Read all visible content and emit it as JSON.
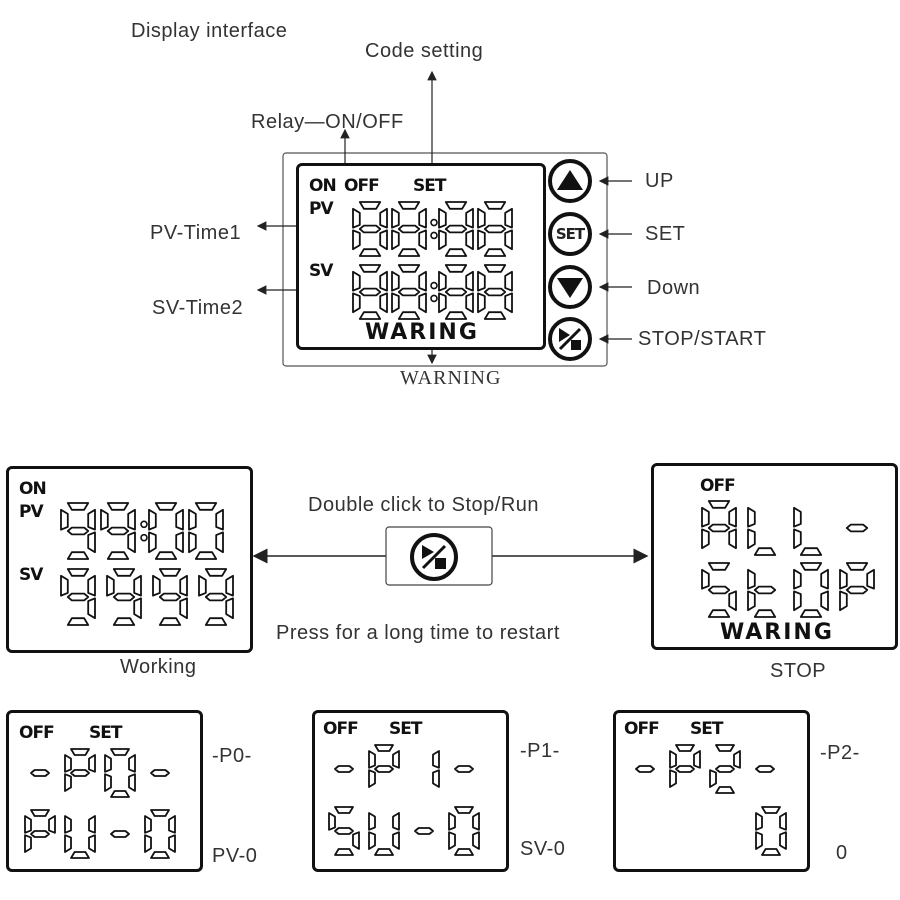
{
  "top": {
    "title": "Display interface",
    "code_setting": "Code setting",
    "relay": "Relay—ON/OFF",
    "pv_time": "PV-Time1",
    "sv_time": "SV-Time2",
    "warning": "WARNING",
    "buttons": {
      "up": "UP",
      "set": "SET",
      "down": "Down",
      "stop_start": "STOP/START"
    },
    "display": {
      "on": "ON",
      "off": "OFF",
      "set": "SET",
      "pv": "PV",
      "sv": "SV",
      "warn": "WARING",
      "set_button": "SET",
      "pv_digits": "88:88",
      "sv_digits": "88:88"
    }
  },
  "middle": {
    "double_click": "Double click to Stop/Run",
    "long_press": "Press for a long time to restart",
    "working": {
      "label": "Working",
      "on": "ON",
      "pv": "PV",
      "sv": "SV",
      "pv_digits": "99:00",
      "sv_digits": "9999"
    },
    "stop": {
      "label": "STOP",
      "off": "OFF",
      "line1": "ALL-",
      "line2": "STOP",
      "warn": "WARING"
    }
  },
  "params": [
    {
      "off": "OFF",
      "set": "SET",
      "line1": "-P0-",
      "line2": "PU-0",
      "label1": "-P0-",
      "label2": "PV-0"
    },
    {
      "off": "OFF",
      "set": "SET",
      "line1": "-P1-",
      "line2": "SU-0",
      "label1": "-P1-",
      "label2": "SV-0"
    },
    {
      "off": "OFF",
      "set": "SET",
      "line1": "-P2-",
      "line2": "0",
      "label1": "-P2-",
      "label2": "0"
    }
  ]
}
